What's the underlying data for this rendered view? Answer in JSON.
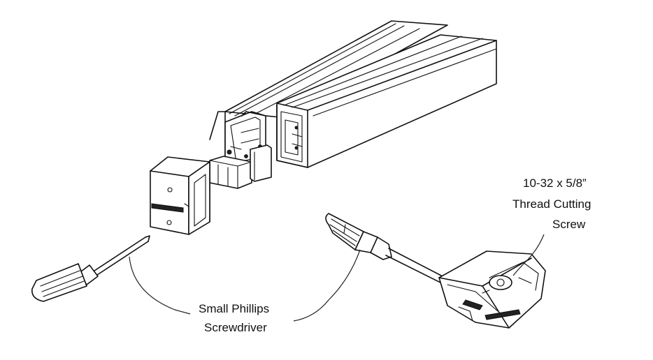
{
  "labels": {
    "screwdriver_line1": "Small Phillips",
    "screwdriver_line2": "Screwdriver",
    "screw_line1": "10-32 x 5/8”",
    "screw_line2": "Thread Cutting",
    "screw_line3": "Screw"
  },
  "icons": {
    "tube": "rail-tube-icon",
    "end_cap": "end-cap-icon",
    "left_screwdriver": "screwdriver-icon",
    "right_screwdriver": "screwdriver-icon",
    "bracket": "mounting-bracket-icon"
  }
}
